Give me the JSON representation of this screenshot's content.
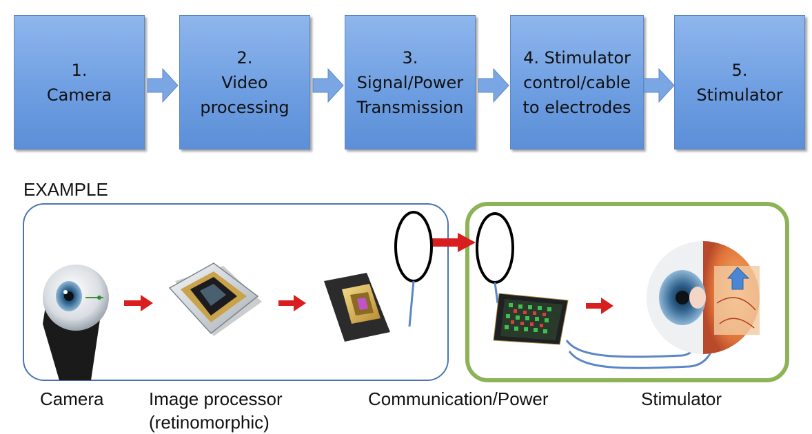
{
  "steps": [
    {
      "label": "1.\nCamera"
    },
    {
      "label": "2.\nVideo\nprocessing"
    },
    {
      "label": "3.\nSignal/Power\nTransmission"
    },
    {
      "label": "4. Stimulator\ncontrol/cable\nto electrodes"
    },
    {
      "label": "5.\nStimulator"
    }
  ],
  "example": {
    "heading": "EXAMPLE",
    "captions": {
      "camera": "Camera",
      "image_processor": "Image processor\n(retinomorphic)",
      "communication": "Communication/Power",
      "stimulator": "Stimulator"
    }
  },
  "colors": {
    "step_fill": "#6f9fe2",
    "flow_arrow": "#7aa6e4",
    "external_box_border": "#4a74b4",
    "implant_box_border": "#8cb356",
    "red_arrow": "#d81e1e",
    "coil": "#000000",
    "wire": "#5b86c8"
  },
  "icons": [
    "eye-camera-icon",
    "chip-processor-icon",
    "transmitter-chip-icon",
    "electrode-array-icon",
    "retina-eye-icon"
  ]
}
